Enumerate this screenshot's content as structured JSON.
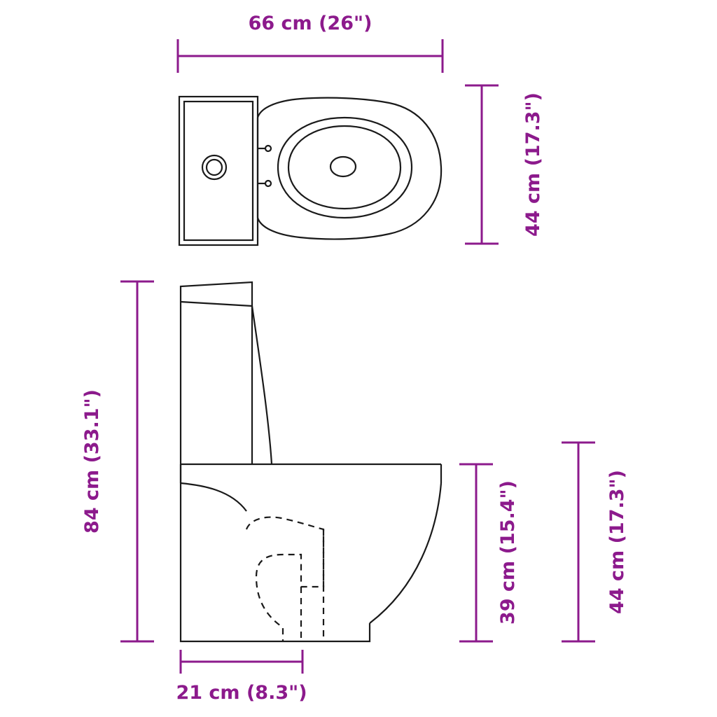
{
  "diagram": {
    "title": "Toilet technical dimension drawing",
    "colors": {
      "outline": "#1a1a1a",
      "dimension": "#8c1a8c",
      "background": "#ffffff"
    },
    "views": [
      {
        "name": "top-view",
        "label": ""
      },
      {
        "name": "side-view",
        "label": ""
      }
    ],
    "dimensions": {
      "width_top": "66 cm (26\")",
      "depth_top": "44 cm (17.3\")",
      "height_total": "84 cm (33.1\")",
      "seat_height": "39 cm (15.4\")",
      "bowl_depth": "44 cm (17.3\")",
      "base_width": "21 cm (8.3\")"
    }
  }
}
